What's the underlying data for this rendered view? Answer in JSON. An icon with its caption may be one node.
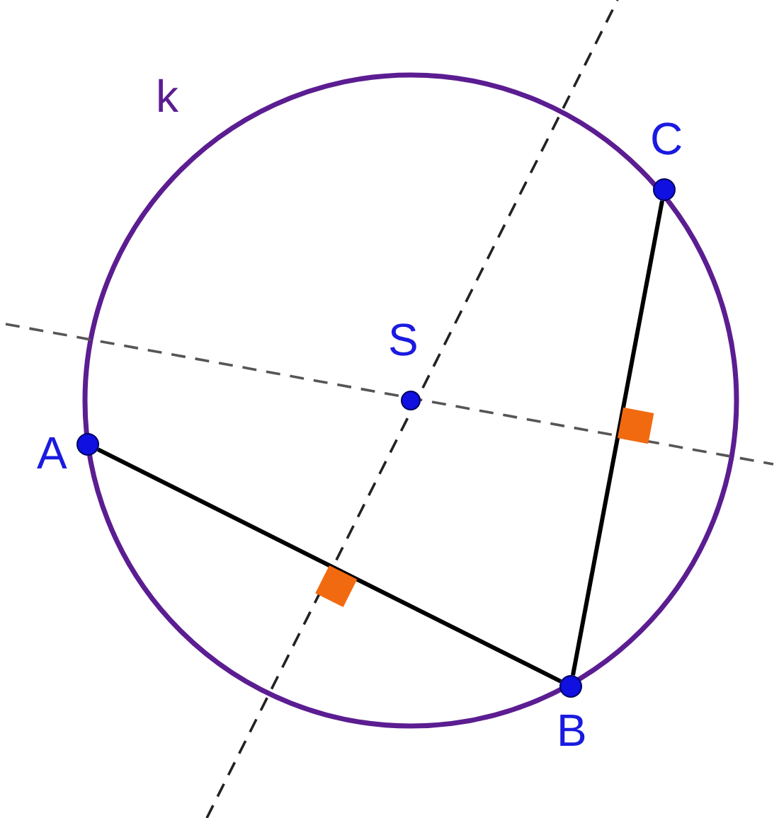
{
  "diagram": {
    "nodes": [
      {
        "text": [],
        "shape": "circle",
        "beside": [
          "A"
        ]
      },
      {
        "text": [],
        "shape": "circle",
        "beside": [
          "B"
        ]
      },
      {
        "text": [],
        "shape": "circle",
        "beside": [
          "C"
        ]
      },
      {
        "text": [],
        "shape": "circle",
        "beside": [
          "S"
        ]
      }
    ],
    "edges": [
      {
        "from": 0,
        "to": 1,
        "arrow": "none"
      },
      {
        "from": 1,
        "to": 2,
        "arrow": "none"
      }
    ],
    "labels": [
      "k"
    ]
  }
}
